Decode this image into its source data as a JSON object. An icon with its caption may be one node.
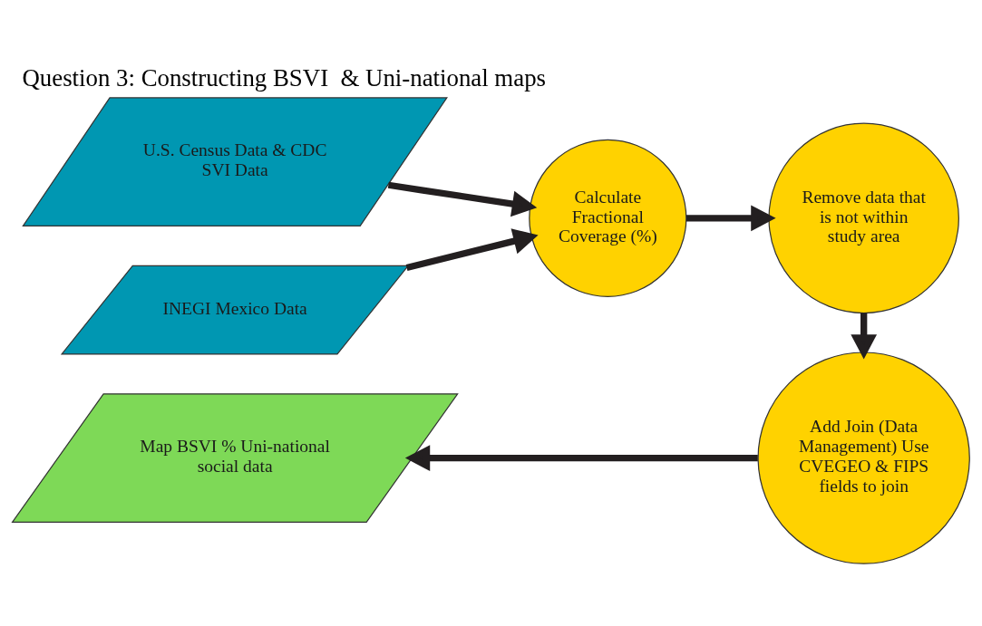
{
  "diagram": {
    "title": "Question 3: Constructing BSVI  & Uni-national maps",
    "nodes": [
      {
        "text": [
          "U.S. Census Data & CDC SVI Data"
        ]
      },
      {
        "text": [
          "INEGI Mexico Data"
        ]
      },
      {
        "text": [
          "Calculate Fractional Coverage (%)"
        ]
      },
      {
        "text": [
          "Remove data that is not within study area"
        ]
      },
      {
        "text": [
          "Add Join (Data Management) Use CVEGEO & FIPS fields to join"
        ]
      },
      {
        "text": [
          "Map BSVI % Uni-national social data"
        ]
      }
    ],
    "edges": [
      {
        "from": 0,
        "to": 2,
        "arrow": "to"
      },
      {
        "from": 1,
        "to": 2,
        "arrow": "to"
      },
      {
        "from": 2,
        "to": 3,
        "arrow": "to"
      },
      {
        "from": 3,
        "to": 4,
        "arrow": "to"
      },
      {
        "from": 4,
        "to": 5,
        "arrow": "to"
      }
    ]
  }
}
